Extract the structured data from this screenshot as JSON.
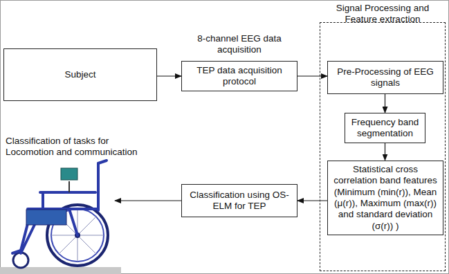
{
  "diagram": {
    "nodes": [
      {
        "text": [
          "Subject"
        ]
      },
      {
        "text": [
          "8-channel EEG data acquisition",
          "TEP data acquisition protocol"
        ]
      },
      {
        "text": [
          "Signal Processing and Feature extraction"
        ]
      },
      {
        "text": [
          "Pre-Processing of EEG signals"
        ],
        "in": 2
      },
      {
        "text": [
          "Frequency band segmentation"
        ],
        "in": 2
      },
      {
        "text": [
          "Statistical cross correlation band features (Minimum (min(r)), Mean (μ(r)), Maximum (max(r)) and standard deviation (σ(r)) )"
        ],
        "in": 2
      },
      {
        "text": [
          "Classification using OS-ELM for TEP"
        ]
      }
    ],
    "edges": [
      {
        "from": 0,
        "to": 1,
        "arrow": "to"
      },
      {
        "from": 1,
        "to": 3,
        "arrow": "to"
      },
      {
        "from": 3,
        "to": 4,
        "arrow": "to"
      },
      {
        "from": 4,
        "to": 5,
        "arrow": "to"
      },
      {
        "from": 5,
        "to": 6,
        "arrow": "to"
      }
    ],
    "labels": [
      "Classification of tasks for Locomotion and communication"
    ]
  }
}
